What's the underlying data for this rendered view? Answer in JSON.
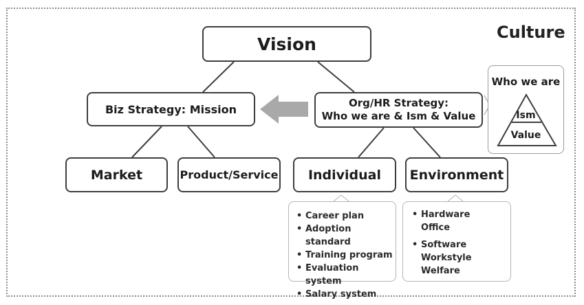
{
  "corner_label": "Culture",
  "top": {
    "label": "Vision"
  },
  "left_branch": {
    "label": "Biz Strategy: Mission",
    "children": [
      "Market",
      "Product/Service"
    ]
  },
  "right_branch": {
    "line1": "Org/HR Strategy:",
    "line2": "Who we are & Ism & Value",
    "children": [
      "Individual",
      "Environment"
    ]
  },
  "individual_notes": [
    "Career plan",
    "Adoption standard",
    "Training program",
    "Evaluation system",
    "Salary system"
  ],
  "environment_notes": {
    "hardware": {
      "label": "Hardware",
      "items": [
        "Office"
      ]
    },
    "software": {
      "label": "Software",
      "items": [
        "Workstyle",
        "Welfare"
      ]
    }
  },
  "who_we_are": {
    "title": "Who we are",
    "pyramid_top": "Ism",
    "pyramid_bottom": "Value"
  },
  "colors": {
    "box_border": "#3d3d3d",
    "arrow": "#a9a9a9",
    "callout_border": "#b5b5b5"
  }
}
